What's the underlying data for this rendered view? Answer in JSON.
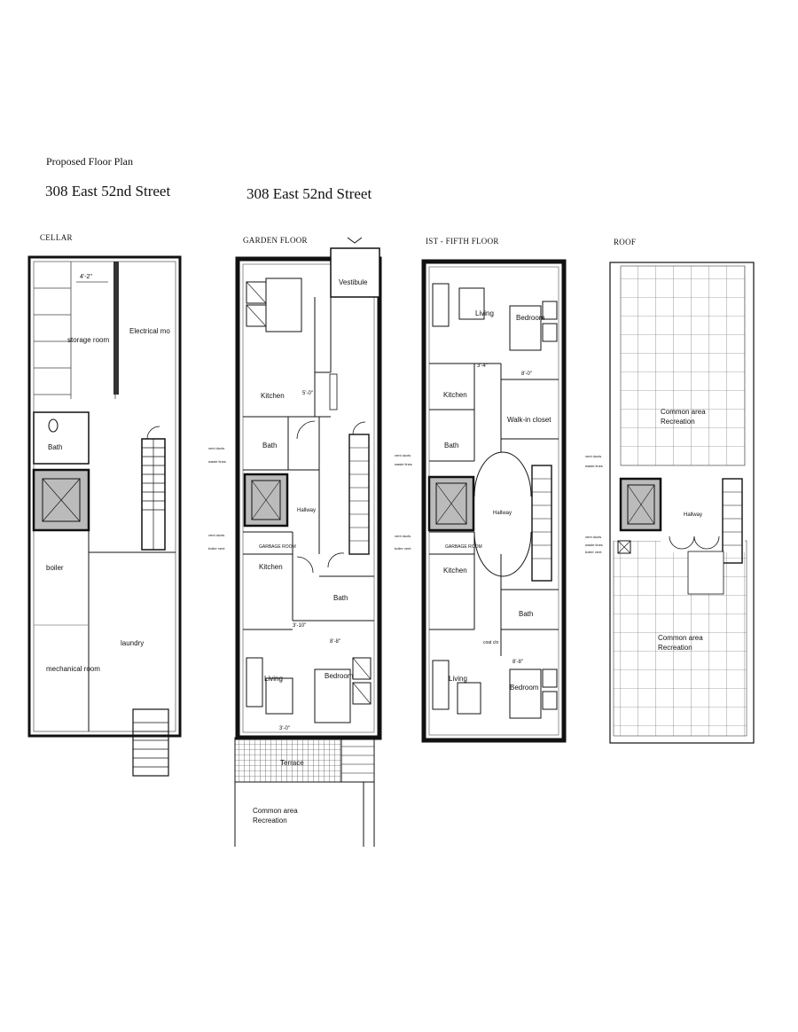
{
  "header": {
    "subtitle": "Proposed Floor Plan",
    "address_left": "308 East 52nd Street",
    "address_center": "308 East 52nd Street"
  },
  "sheets": {
    "cellar": {
      "label": "CELLAR",
      "dimension": "4'-2\"",
      "rooms": {
        "storage": "storage room",
        "electrical": "Electrical mo",
        "bath": "Bath",
        "boiler": "boiler",
        "laundry": "laundry",
        "mechanical": "mechanical room"
      }
    },
    "garden": {
      "label": "GARDEN FLOOR",
      "rooms": {
        "vestibule": "Vestibule",
        "kitchen_top": "Kitchen",
        "bath_top": "Bath",
        "hallway": "Hallway",
        "garbage": "GARBAGE ROOM",
        "kitchen_bottom": "Kitchen",
        "bath_bottom": "Bath",
        "living": "Living",
        "bedroom": "Bedroom",
        "terrace": "Terrace",
        "common_1": "Common area",
        "common_2": "Recreation"
      },
      "dims": {
        "kitchen": "5'-0\"",
        "bedroom": "8'-8\"",
        "living": "3'-0\"",
        "corner": "3'-10\""
      },
      "notes": {
        "vent_ducts": "vent ducts",
        "waste_lines": "waste lines",
        "boiler_vent": "boiler vent"
      }
    },
    "upper": {
      "label": "IST  - FIFTH FLOOR",
      "rooms": {
        "living_top": "Living",
        "bedroom_top": "Bedroom",
        "kitchen_top": "Kitchen",
        "walkin": "Walk-in closet",
        "bath_top": "Bath",
        "hallway": "Hallway",
        "garbage": "GARBAGE ROOM",
        "kitchen_bottom": "Kitchen",
        "bath_bottom": "Bath",
        "coat_closet": "coat clo",
        "living_bottom": "Living",
        "bedroom_bottom": "Bedroom"
      },
      "dims": {
        "top_a": "3'-4\"",
        "top_b": "8'-0\"",
        "bottom": "8'-8\""
      },
      "notes": {
        "vent_ducts": "vent ducts",
        "waste_lines": "waste lines",
        "boiler_vent": "boiler vent"
      }
    },
    "roof": {
      "label": "ROOF",
      "rooms": {
        "common_top_1": "Common area",
        "common_top_2": "Recreation",
        "hallway": "Hallway",
        "common_bottom_1": "Common area",
        "common_bottom_2": "Recreation"
      },
      "notes": {
        "vent_ducts": "vent ducts",
        "waste_lines": "waste lines",
        "boiler_vent": "boiler vent"
      }
    }
  }
}
